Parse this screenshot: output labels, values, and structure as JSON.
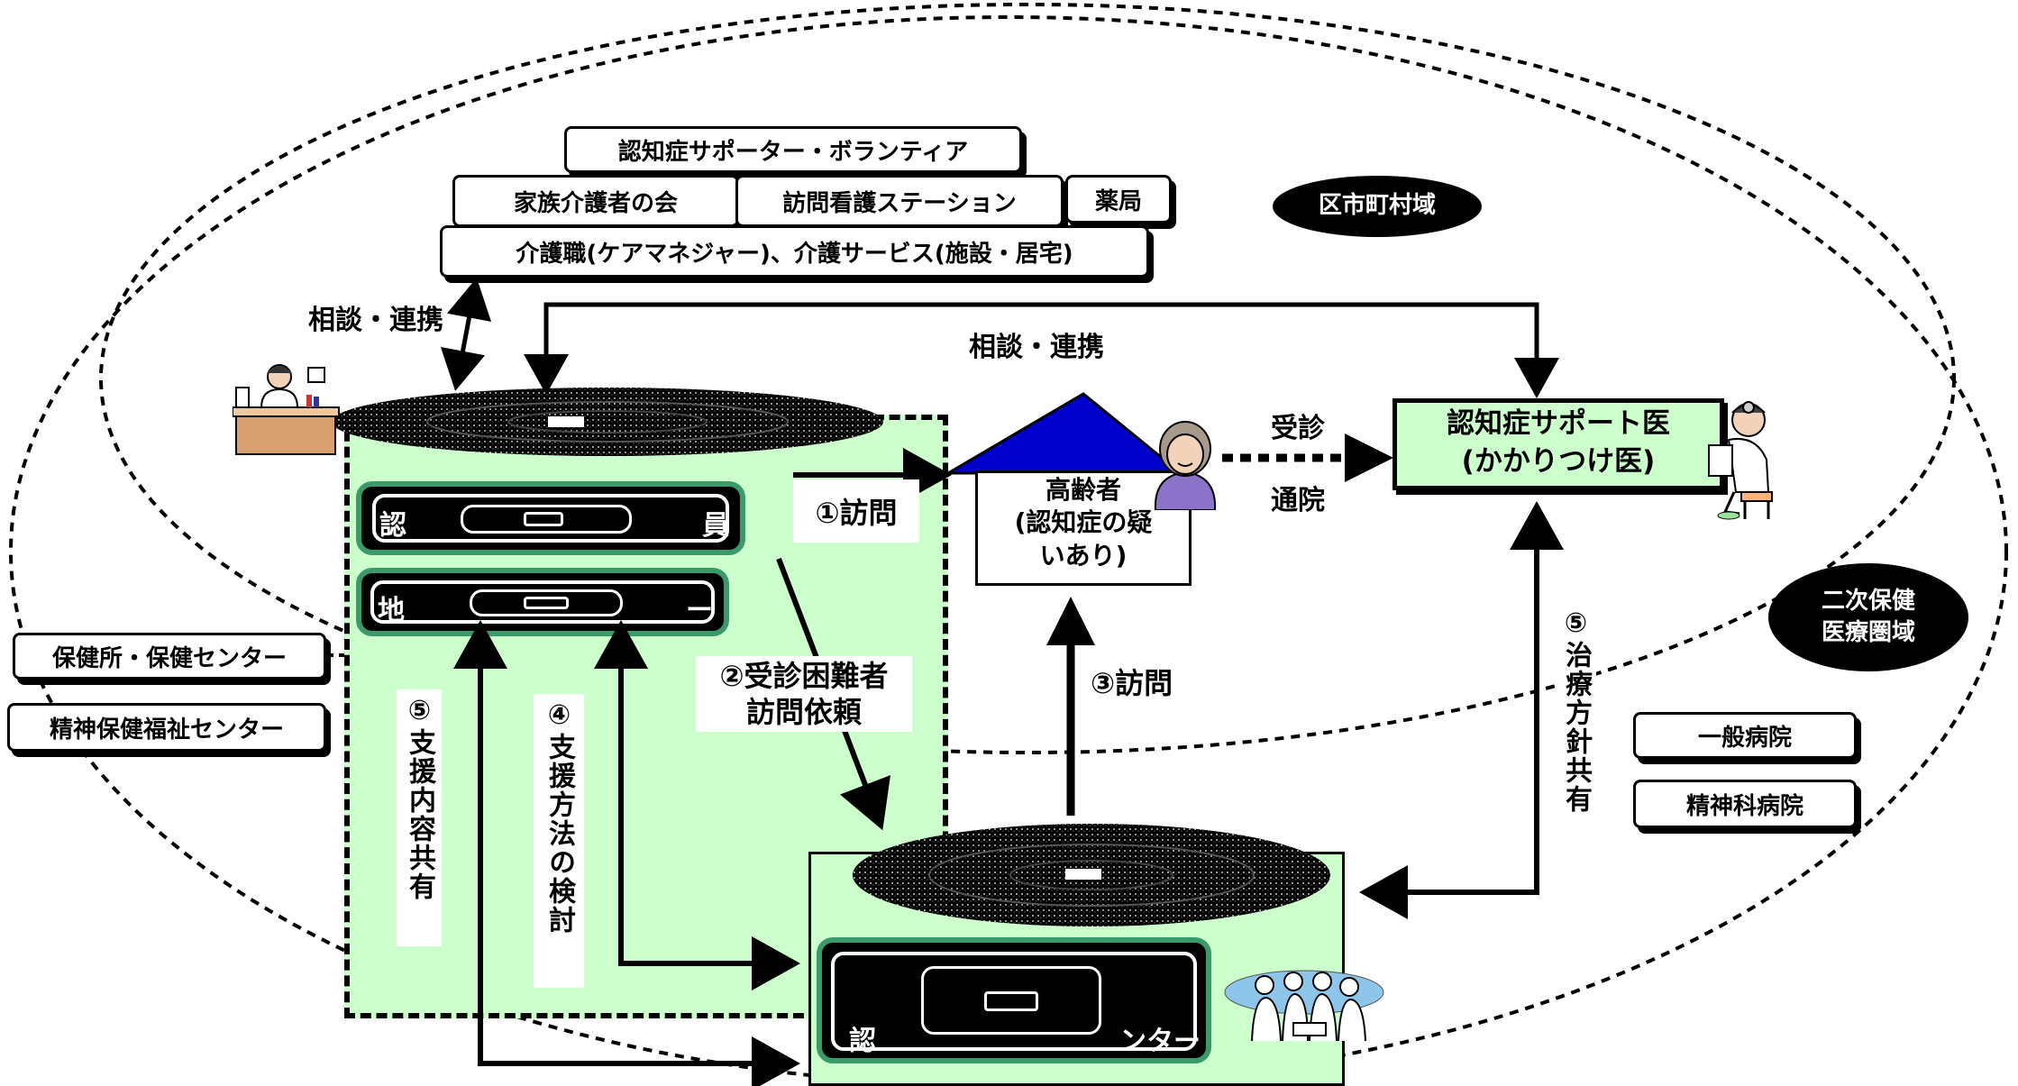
{
  "regions": {
    "municipal": "区市町村域",
    "secondary_medical": "二次保健\n医療圏域"
  },
  "community": {
    "row1": "認知症サポーター・ボランティア",
    "row2_left": "家族介護者の会",
    "row2_mid": "訪問看護ステーション",
    "row2_right": "薬局",
    "row3": "介護職(ケアマネジャー)、介護サービス(施設・居宅)"
  },
  "left_orgs": [
    "保健所・保健センター",
    "精神保健福祉センター"
  ],
  "right_orgs": [
    "一般病院",
    "精神科病院"
  ],
  "labels": {
    "consult_left": "相談・連携",
    "consult_top": "相談・連携",
    "visit1": "①訪問",
    "visit3": "③訪問",
    "request2": "②受診困難者\n訪問依頼",
    "jushin": "受診",
    "tsuin": "通院",
    "share5_left": "⑤支援内容共有",
    "study4": "④支援方法の検討",
    "share5_right": "⑤治療方針共有"
  },
  "elderly": "高齢者\n(認知症の疑\nいあり)",
  "support_doctor": "認知症サポート医\n(かかりつけ医)",
  "garbled_panels": {
    "panel1": "認",
    "panel1_end": "員",
    "panel2": "地",
    "panel2_end": "ー",
    "panel3": "認",
    "panel3_end": "ンター"
  },
  "colors": {
    "green_fill": "#ccffcc",
    "green_border": "#3a9a6a",
    "house_roof": "#0000cc",
    "black": "#000000"
  }
}
